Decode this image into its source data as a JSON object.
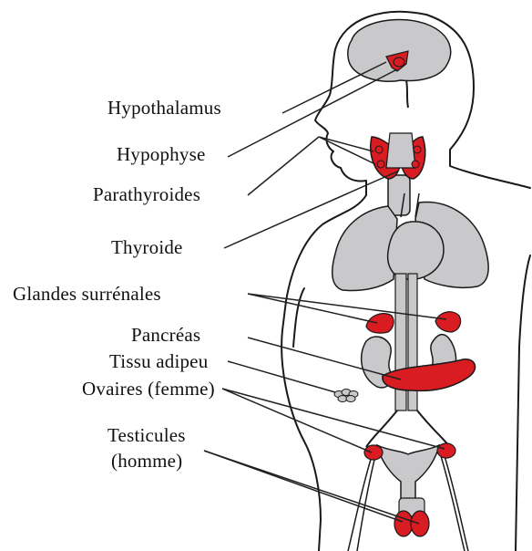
{
  "labels": {
    "hypothalamus": "Hypothalamus",
    "hypophyse": "Hypophyse",
    "parathyroides": "Parathyroides",
    "thyroide": "Thyroide",
    "glandes_surrenales": "Glandes surrénales",
    "pancreas": "Pancréas",
    "tissu_adipeu": "Tissu adipeu",
    "ovaires": "Ovaires (femme)",
    "testicules_line1": "Testicules",
    "testicules_line2": "(homme)"
  },
  "colors": {
    "gland": "#d81c22",
    "organ_fill": "#c9c9cb",
    "outline": "#1a1a1a",
    "leader": "#222222",
    "background": "#ffffff"
  }
}
